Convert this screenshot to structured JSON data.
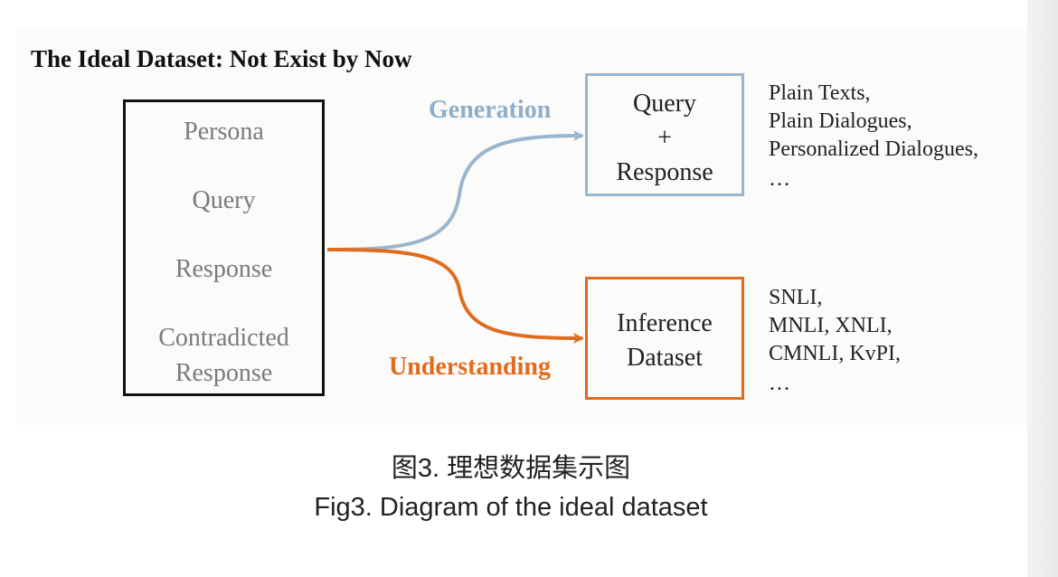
{
  "slide": {
    "title": "The Ideal Dataset: Not Exist by Now",
    "ideal_box": {
      "items": [
        "Persona",
        "Query",
        "Response",
        "Contradicted",
        "Response"
      ]
    },
    "generation": {
      "label": "Generation",
      "box_lines": [
        "Query",
        "+",
        "Response"
      ],
      "examples": [
        "Plain Texts,",
        "Plain Dialogues,",
        "Personalized Dialogues,",
        "…"
      ]
    },
    "understanding": {
      "label": "Understanding",
      "box_lines": [
        "Inference",
        "Dataset"
      ],
      "examples": [
        "SNLI,",
        "MNLI, XNLI,",
        "CMNLI, KvPI,",
        "…"
      ]
    }
  },
  "caption": {
    "chinese": "图3. 理想数据集示图",
    "english": "Fig3. Diagram of the ideal dataset"
  },
  "colors": {
    "generation": "#9ab6cf",
    "understanding": "#e06c1f",
    "box_border": "#111111",
    "muted_text": "#7a7a7a"
  }
}
